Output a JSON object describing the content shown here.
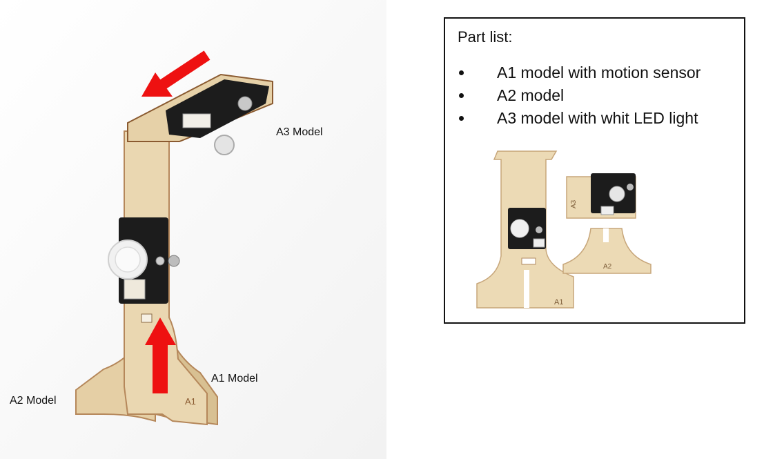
{
  "labels": {
    "a3": "A3 Model",
    "a1": "A1 Model",
    "a2": "A2 Model"
  },
  "part_box": {
    "title": "Part list:",
    "items": [
      "A1 model with motion sensor",
      "A2 model",
      "A3 model with whit LED light"
    ],
    "photo_labels": {
      "a3": "A3",
      "a2": "A2",
      "a1": "A1"
    }
  },
  "photo_etched": {
    "a1": "A1"
  },
  "colors": {
    "wood": "#e9d6b0",
    "wood_edge": "#b88a5a",
    "pcb": "#1c1c1c",
    "arrow": "#ee1111"
  }
}
